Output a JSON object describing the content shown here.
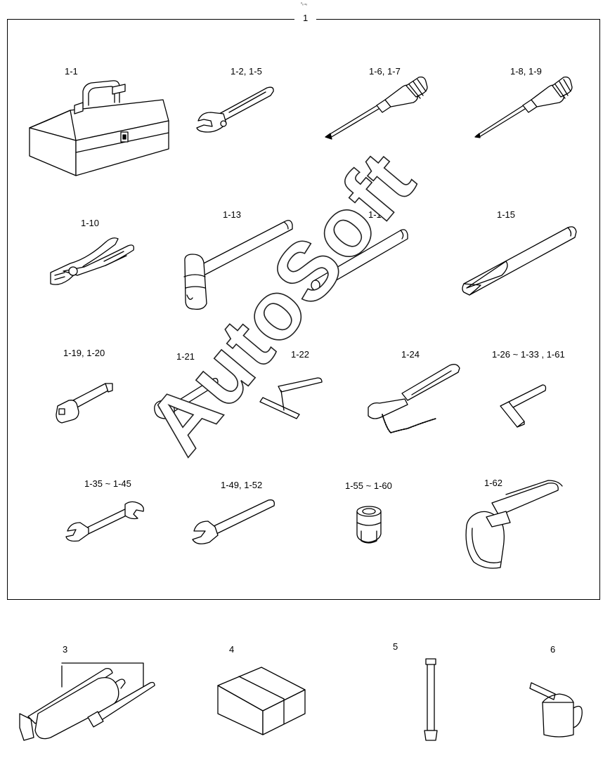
{
  "header_mark": "⁰ₒ ₙₒ",
  "frame": {
    "number": "1"
  },
  "labels": {
    "l1_1": "1-1",
    "l1_2": "1-2, 1-5",
    "l1_6": "1-6, 1-7",
    "l1_8": "1-8, 1-9",
    "l1_10": "1-10",
    "l1_13": "1-13",
    "l1_14": "1-14",
    "l1_15": "1-15",
    "l1_19": "1-19, 1-20",
    "l1_21": "1-21",
    "l1_22": "1-22",
    "l1_24": "1-24",
    "l1_26": "1-26 ~ 1-33  , 1-61",
    "l1_35": "1-35 ~ 1-45",
    "l1_49": "1-49, 1-52",
    "l1_55": "1-55 ~ 1-60",
    "l1_62": "1-62",
    "l3": "3",
    "l4": "4",
    "l5": "5",
    "l6": "6"
  },
  "watermark": "AutoSoft",
  "icons": [
    "toolbox-icon",
    "adjustable-wrench-icon",
    "screwdriver-icon",
    "pliers-icon",
    "hammer-icon",
    "bar-icon",
    "socket-extension-icon",
    "ratchet-icon",
    "t-handle-icon",
    "filter-wrench-icon",
    "hex-key-icon",
    "open-end-wrench-icon",
    "socket-icon",
    "band-filter-wrench-icon",
    "grease-gun-icon",
    "box-icon",
    "rod-icon",
    "oil-can-icon"
  ],
  "colors": {
    "line": "#000000",
    "background": "#ffffff"
  }
}
